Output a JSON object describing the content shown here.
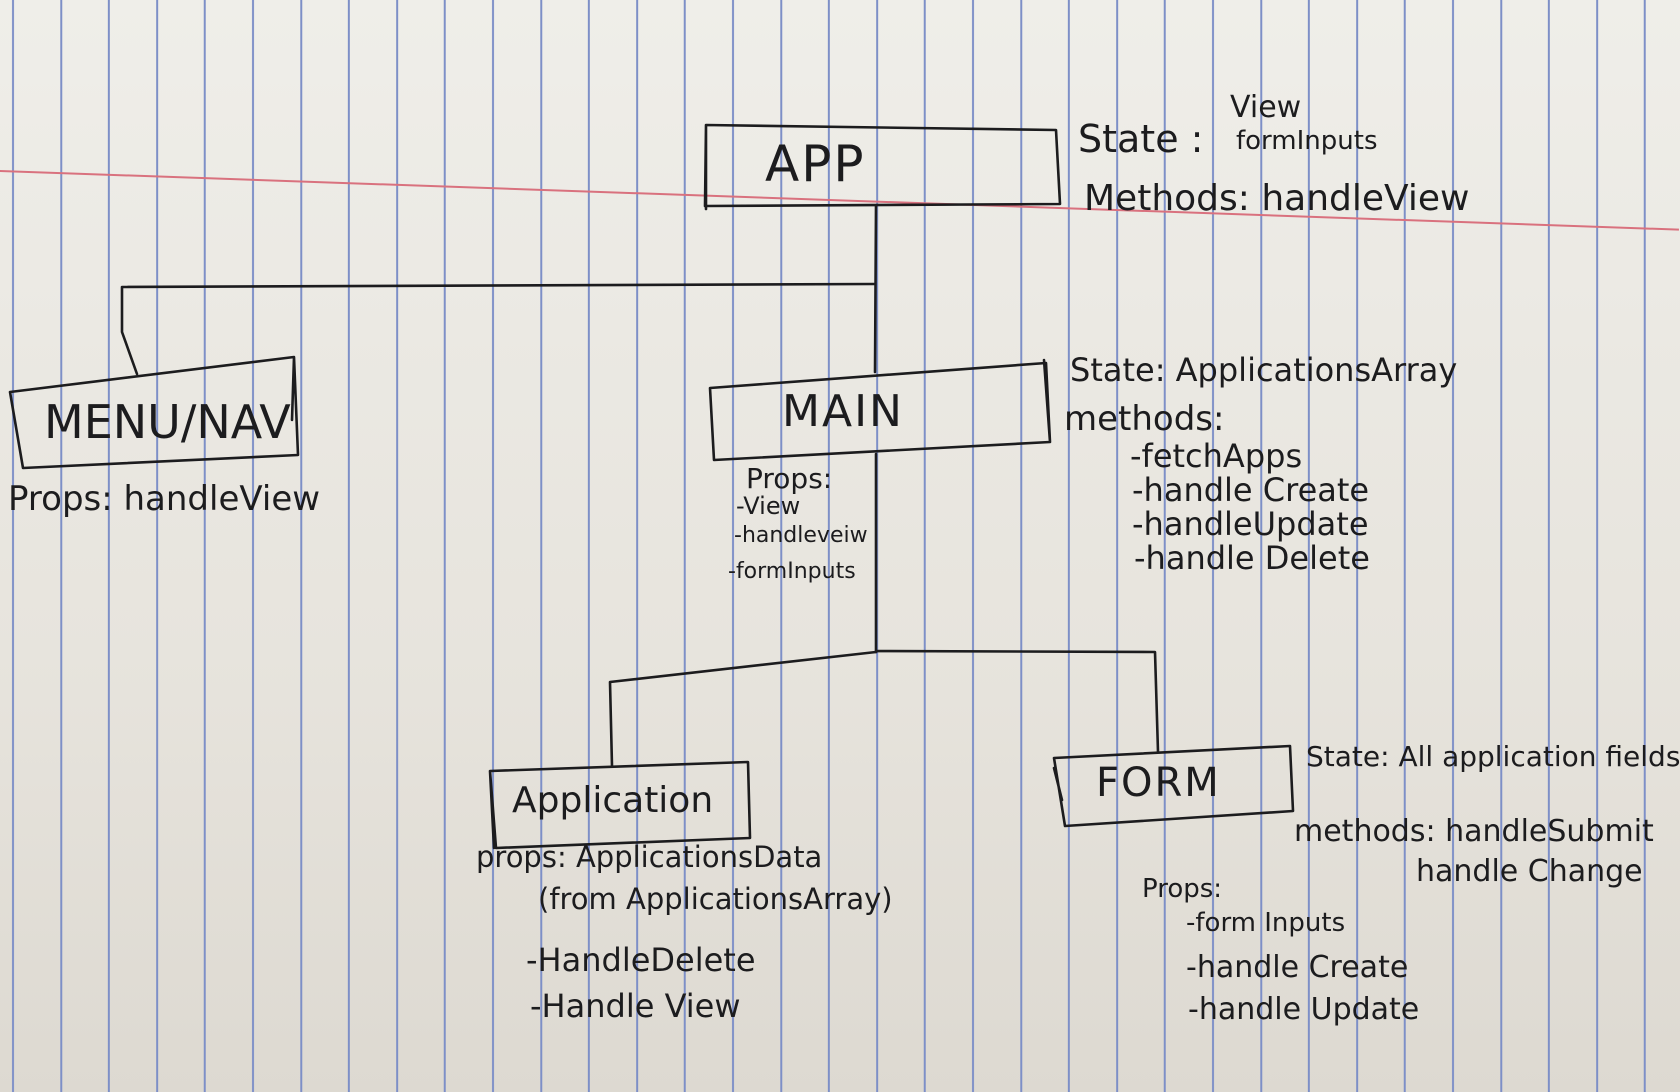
{
  "diagram": {
    "nodes": {
      "app": {
        "label": "APP"
      },
      "menu_nav": {
        "label": "MENU/NAV"
      },
      "main": {
        "label": "MAIN"
      },
      "application": {
        "label": "Application"
      },
      "form": {
        "label": "FORM"
      }
    },
    "notes": {
      "app_state_label": "State :",
      "app_state_1": "View",
      "app_state_2": "formInputs",
      "app_methods": "Methods: handleView",
      "menu_props": "Props: handleView",
      "main_state": "State: ApplicationsArray",
      "main_methods": "methods:",
      "main_method_1": "-fetchApps",
      "main_method_2": "-handle Create",
      "main_method_3": "-handleUpdate",
      "main_method_4": "-handle Delete",
      "main_props_title": "Props:",
      "main_prop_1": "-View",
      "main_prop_2": "-handleveiw",
      "main_prop_3": "-formInputs",
      "application_props_1": "props: ApplicationsData",
      "application_props_2": "(from ApplicationsArray)",
      "application_prop_3": "-HandleDelete",
      "application_prop_4": "-Handle View",
      "form_state": "State: All application fields",
      "form_methods_1": "methods: handleSubmit",
      "form_methods_2": "handle Change",
      "form_props_title": "Props:",
      "form_prop_1": "-form Inputs",
      "form_prop_2": "-handle Create",
      "form_prop_3": "-handle Update"
    }
  }
}
